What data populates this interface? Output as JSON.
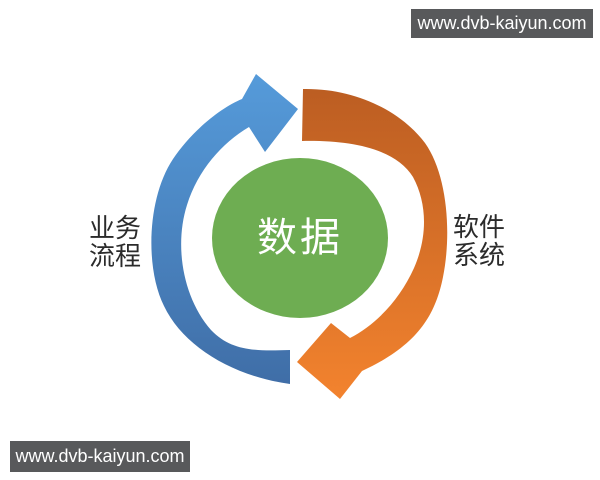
{
  "watermark_top": {
    "text": "www.dvb-kaiyun.com"
  },
  "watermark_bottom": {
    "text": "www.dvb-kaiyun.com"
  },
  "diagram": {
    "center_label": "数据",
    "left_label_line1": "业务",
    "left_label_line2": "流程",
    "right_label_line1": "软件",
    "right_label_line2": "系统",
    "colors": {
      "green": "#6ead52",
      "blue_head": "#559ad9",
      "blue_tail": "#3f6da6",
      "orange_tail": "#bb5d22",
      "orange_head": "#f3832e",
      "banner_bg": "#58595b",
      "label_text": "#2b2b2b",
      "center_text": "#ffffff"
    }
  }
}
